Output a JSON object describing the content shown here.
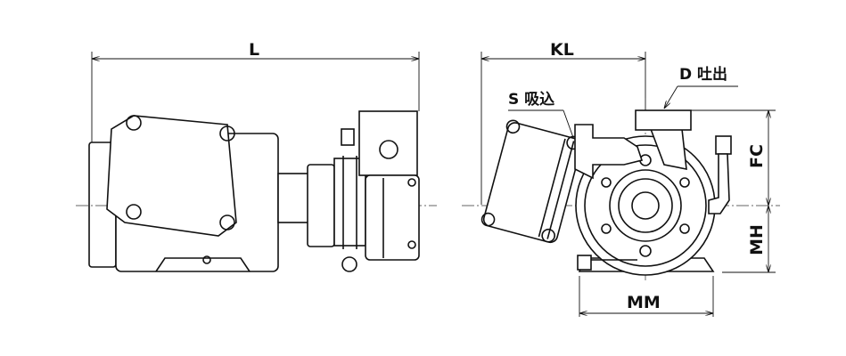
{
  "dimensions": {
    "L": "L",
    "KL": "KL",
    "FC": "FC",
    "MH": "MH",
    "MM": "MM"
  },
  "ports": {
    "suction": "S 吸込",
    "discharge": "D 吐出"
  }
}
